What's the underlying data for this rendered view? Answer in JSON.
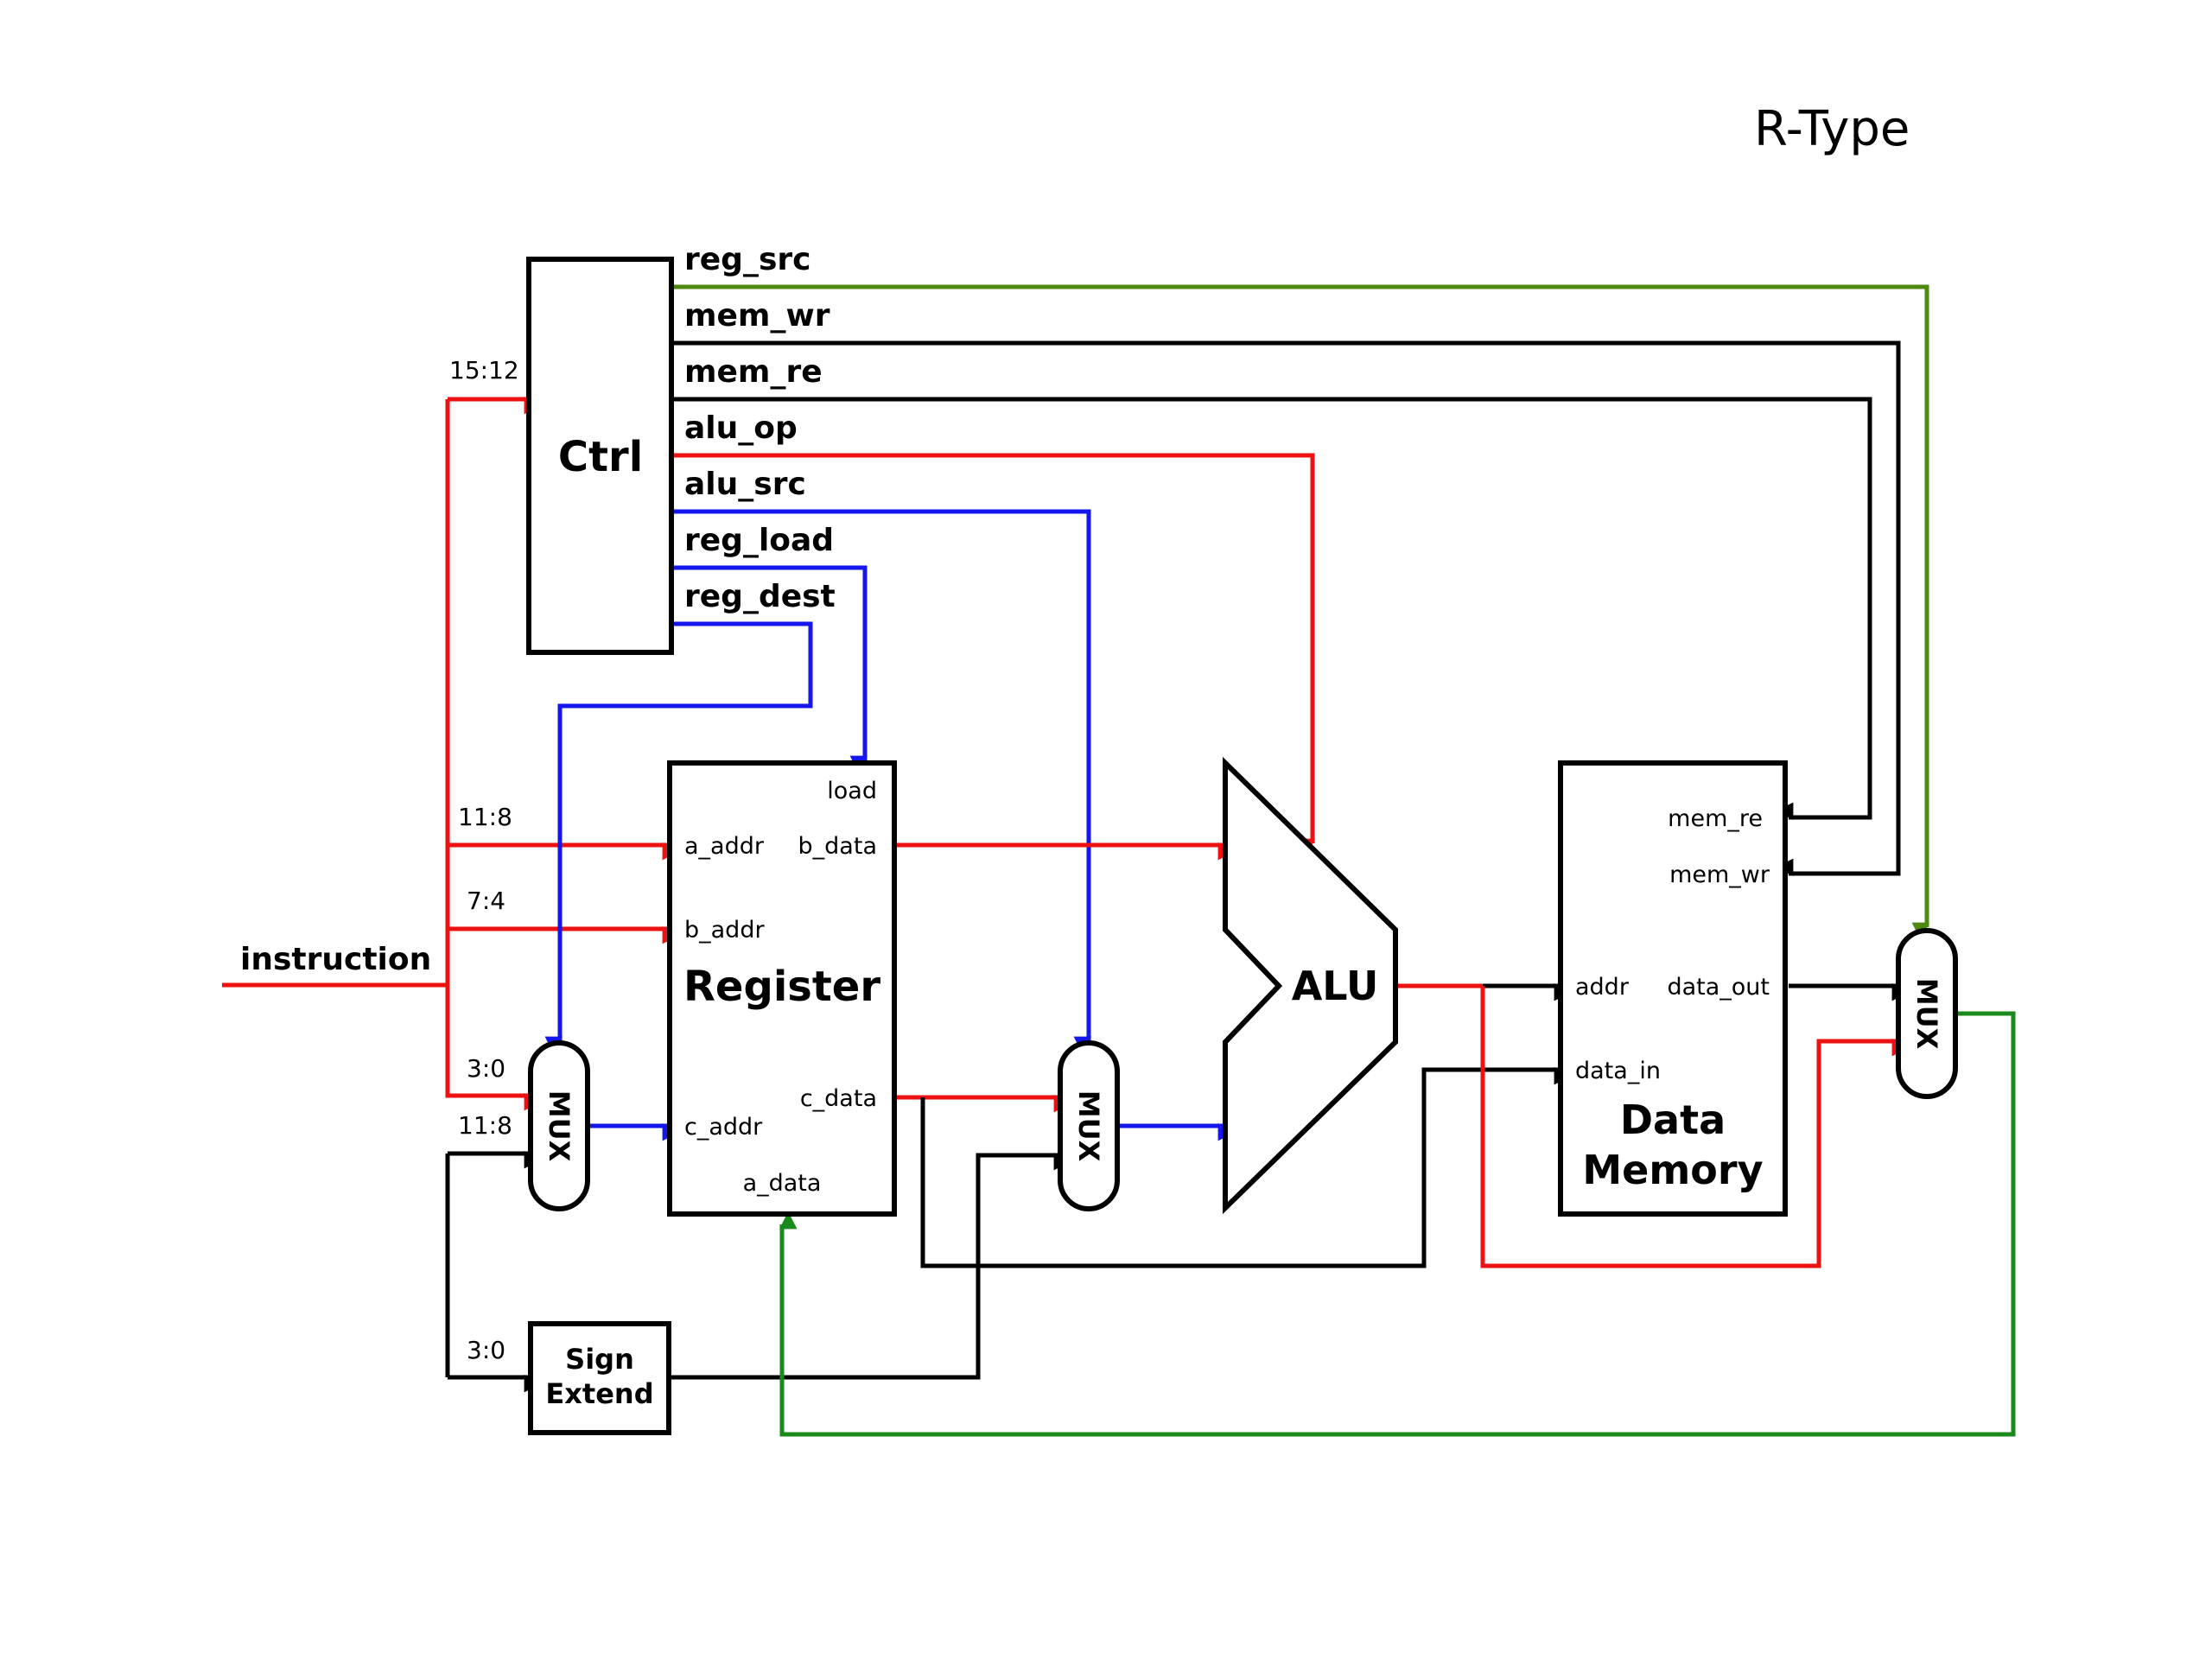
{
  "title": "R-Type",
  "colors": {
    "red": "#ee1111",
    "blue": "#1515ee",
    "black": "#000000",
    "green": "#1a8a1a",
    "olive_green": "#4e8a10"
  },
  "instruction_label": "instruction",
  "ctrl": {
    "label": "Ctrl",
    "signals": [
      "reg_src",
      "mem_wr",
      "mem_re",
      "alu_op",
      "alu_src",
      "reg_load",
      "reg_dest"
    ]
  },
  "bit_fields": {
    "ctrl_in": "15:12",
    "a_addr_in": "11:8",
    "b_addr_in": "7:4",
    "mux_in_low": "3:0",
    "mux_in_high": "11:8",
    "sign_in": "3:0"
  },
  "register": {
    "label": "Register",
    "ports": {
      "load": "load",
      "a_addr": "a_addr",
      "b_data": "b_data",
      "b_addr": "b_addr",
      "c_data": "c_data",
      "c_addr": "c_addr",
      "a_data": "a_data"
    }
  },
  "alu": {
    "label": "ALU"
  },
  "data_memory": {
    "label_line1": "Data",
    "label_line2": "Memory",
    "ports": {
      "mem_re": "mem_re",
      "mem_wr": "mem_wr",
      "addr": "addr",
      "data_out": "data_out",
      "data_in": "data_in"
    }
  },
  "mux_label": "MUX",
  "sign_extend": {
    "line1": "Sign",
    "line2": "Extend"
  }
}
